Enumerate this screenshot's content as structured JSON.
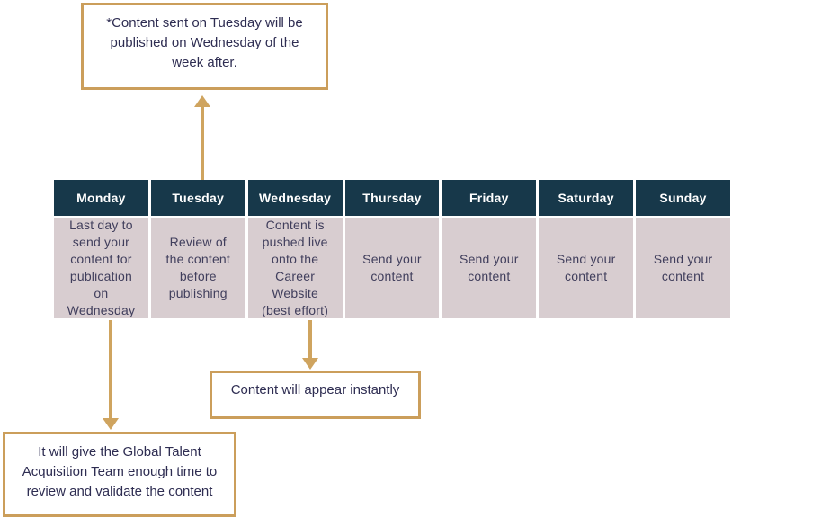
{
  "diagram": {
    "table": {
      "headers": [
        "Monday",
        "Tuesday",
        "Wednesday",
        "Thursday",
        "Friday",
        "Saturday",
        "Sunday"
      ],
      "cells": [
        "Last day to send your content for publication on Wednesday",
        "Review of the content before publishing",
        "Content is pushed live onto the Career Website (best effort)",
        "Send your content",
        "Send your content",
        "Send your content",
        "Send your content"
      ]
    },
    "callouts": {
      "tuesday": "*Content sent on Tuesday will be published on Wednesday of the week after.",
      "wednesday": "Content will appear instantly",
      "monday": "It will give the Global Talent Acquisition Team enough time to review and validate the content"
    }
  },
  "colors": {
    "header_bg": "#17384A",
    "header_text": "#FFFFFF",
    "cell_bg": "#D8CDD0",
    "cell_text": "#403E5C",
    "callout_border": "#CB9E5B",
    "callout_text": "#2E2D52",
    "arrow": "#CFA45F",
    "page_bg": "#FFFFFF"
  }
}
